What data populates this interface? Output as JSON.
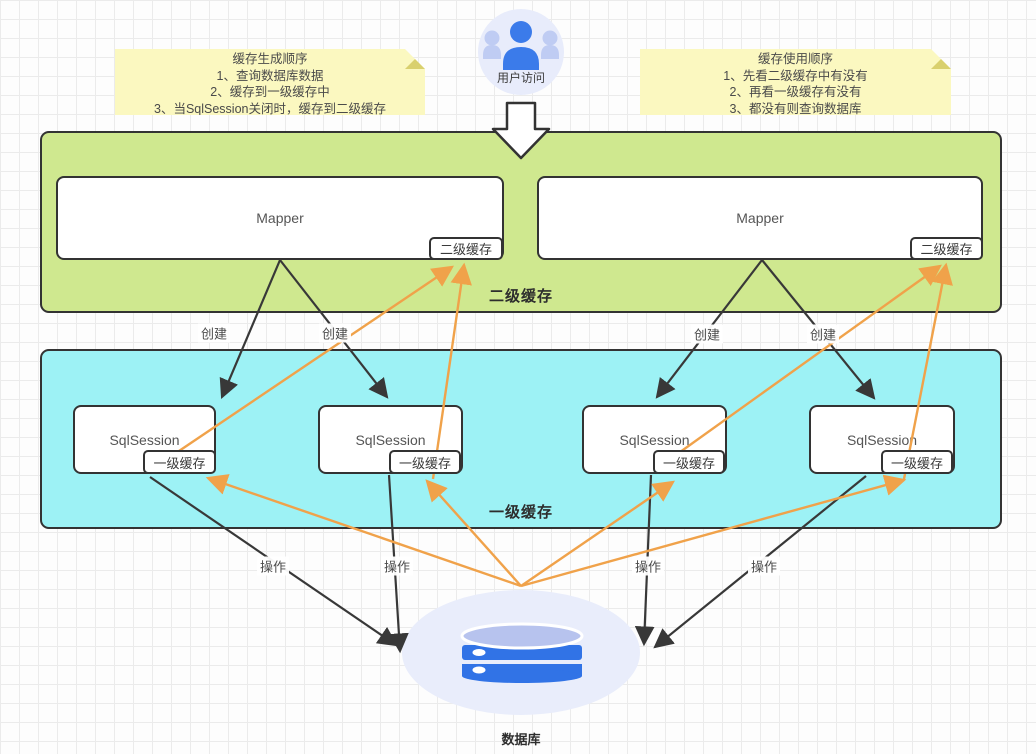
{
  "user": {
    "label": "用户访问"
  },
  "notes": {
    "left": {
      "title": "缓存生成顺序",
      "lines": [
        "1、查询数据库数据",
        "2、缓存到一级缓存中",
        "3、当SqlSession关闭时，缓存到二级缓存"
      ]
    },
    "right": {
      "title": "缓存使用顺序",
      "lines": [
        "1、先看二级缓存中有没有",
        "2、再看一级缓存有没有",
        "3、都没有则查询数据库"
      ]
    }
  },
  "second_level": {
    "container_label": "二级缓存",
    "mappers": [
      {
        "label": "Mapper",
        "cache_label": "二级缓存"
      },
      {
        "label": "Mapper",
        "cache_label": "二级缓存"
      }
    ]
  },
  "first_level": {
    "container_label": "一级缓存",
    "sessions": [
      {
        "label": "SqlSession",
        "cache_label": "一级缓存"
      },
      {
        "label": "SqlSession",
        "cache_label": "一级缓存"
      },
      {
        "label": "SqlSession",
        "cache_label": "一级缓存"
      },
      {
        "label": "SqlSession",
        "cache_label": "一级缓存"
      }
    ]
  },
  "database": {
    "label": "数据库"
  },
  "edges": {
    "create_label": "创建",
    "operate_label": "操作"
  },
  "colors": {
    "second_level_fill": "#cfe88f",
    "first_level_fill": "#9df2f5",
    "note_fill": "#fbf8c0",
    "note_fold": "#d9d06e",
    "arrow_dark": "#383838",
    "arrow_orange": "#f0a24a",
    "user_blue": "#3b7bea",
    "user_blue_light": "#bfccf3",
    "db_band_blue": "#3173e6",
    "db_top_ellipse": "#b7c3ee",
    "node_bg": "#ffffff",
    "halo_lavender": "#e8ecfb"
  }
}
